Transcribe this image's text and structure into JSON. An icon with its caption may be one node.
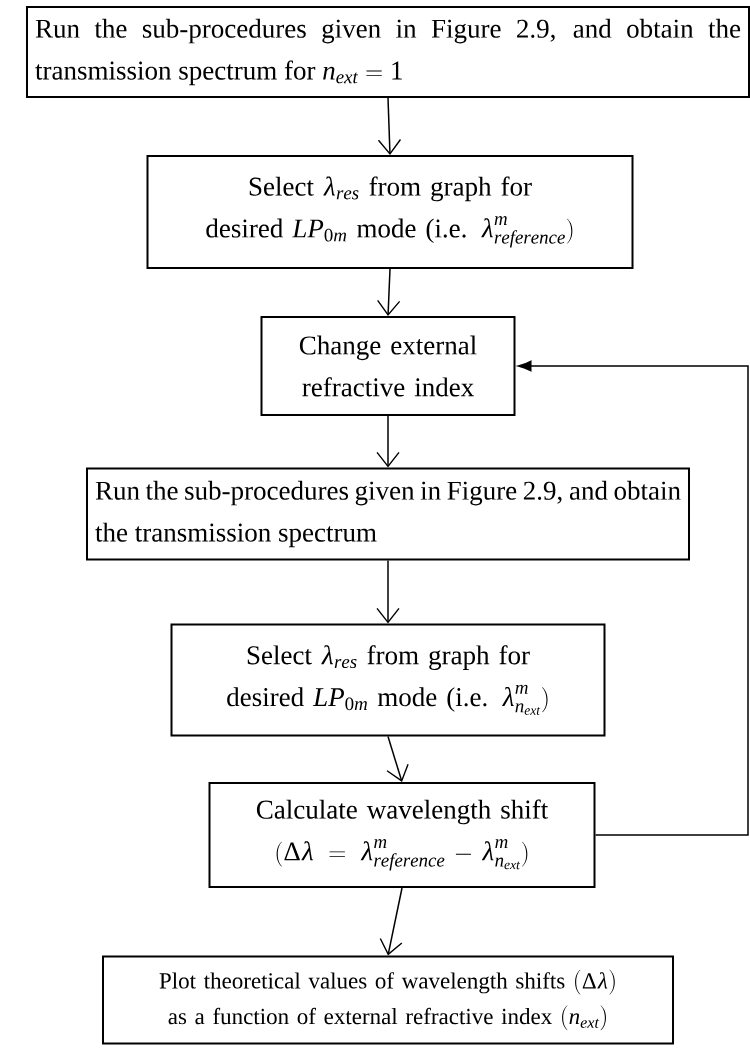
{
  "diagram": {
    "nodes": [
      {
        "text": [
          "Run the sub-procedures given in Figure 2.9, and obtain the transmission spectrum for",
          "n_{ext} = 1"
        ]
      },
      {
        "text": [
          "Select",
          "\\lambda_{res}",
          "from graph for desired",
          "LP_{0m}",
          "mode (i.e.",
          "\\lambda^{m}_{reference})"
        ]
      },
      {
        "text": [
          "Change external refractive index"
        ]
      },
      {
        "text": [
          "Run the sub-procedures given in Figure 2.9, and obtain the transmission spectrum"
        ]
      },
      {
        "text": [
          "Select",
          "\\lambda_{res}",
          "from graph for desired",
          "LP_{0m}",
          "mode (i.e.",
          "\\lambda^{m}_{n_{ext}})"
        ]
      },
      {
        "text": [
          "Calculate wavelength shift",
          "(\\Delta\\lambda = \\lambda^{m}_{reference} - \\lambda^{m}_{n_{ext}})"
        ]
      },
      {
        "text": [
          "Plot theoretical values of wavelength shifts",
          "(\\Delta\\lambda)",
          "as a function of external refractive index",
          "(n_{ext})"
        ]
      }
    ],
    "edges": [
      {
        "from": 0,
        "to": 1,
        "arrow": "to"
      },
      {
        "from": 1,
        "to": 2,
        "arrow": "to"
      },
      {
        "from": 2,
        "to": 3,
        "arrow": "to"
      },
      {
        "from": 3,
        "to": 4,
        "arrow": "to"
      },
      {
        "from": 4,
        "to": 5,
        "arrow": "to"
      },
      {
        "from": 5,
        "to": 6,
        "arrow": "to"
      },
      {
        "from": 5,
        "to": 2,
        "arrow": "to"
      }
    ]
  }
}
